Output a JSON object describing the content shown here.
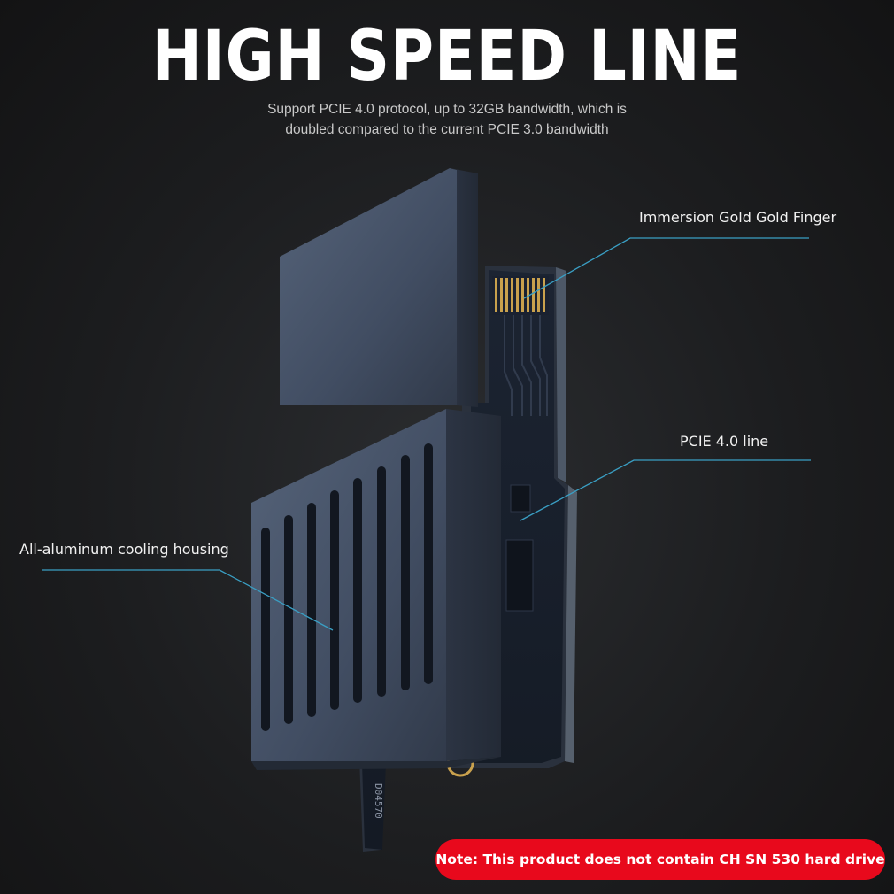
{
  "header": {
    "title": "HIGH SPEED LINE",
    "subtitle_line1": "Support PCIE 4.0 protocol, up to 32GB bandwidth, which is",
    "subtitle_line2": "doubled compared to the current PCIE 3.0 bandwidth"
  },
  "callouts": {
    "gold_finger": "Immersion Gold Gold Finger",
    "pcie_line": "PCIE 4.0 line",
    "housing": "All-aluminum cooling housing"
  },
  "product": {
    "board_marking": "D04570"
  },
  "note": {
    "text": "Note: This product does not contain CH SN 530 hard drive"
  },
  "colors": {
    "leader_line": "#3a9fc4",
    "note_background": "#e8091c",
    "housing": "#3d4a5e"
  }
}
